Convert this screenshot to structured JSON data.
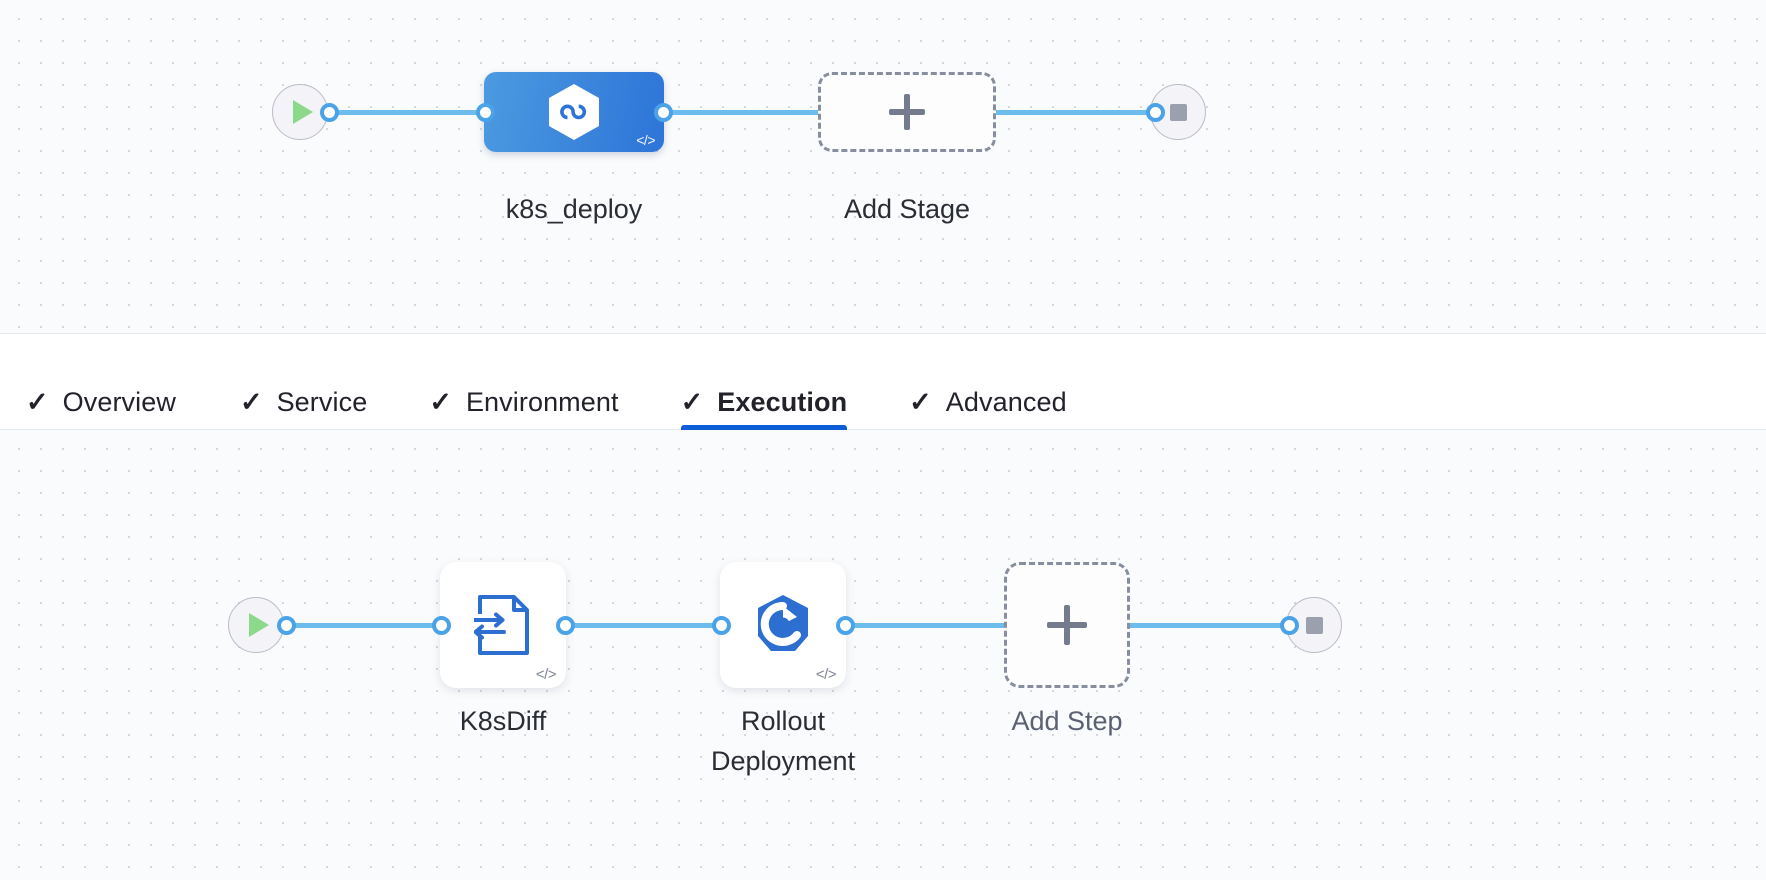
{
  "stage_graph": {
    "start_node": {
      "icon": "play-icon",
      "name": "pipeline-start"
    },
    "end_node": {
      "icon": "stop-icon",
      "name": "pipeline-end"
    },
    "stages": [
      {
        "label": "k8s_deploy",
        "icon": "harness-cd-hexagon-icon",
        "code_tag": "</>",
        "selected": true
      }
    ],
    "add_stage": {
      "label": "Add Stage",
      "icon": "plus-icon"
    }
  },
  "tabs": [
    {
      "label": "Overview",
      "check": "✓",
      "active": false
    },
    {
      "label": "Service",
      "check": "✓",
      "active": false
    },
    {
      "label": "Environment",
      "check": "✓",
      "active": false
    },
    {
      "label": "Execution",
      "check": "✓",
      "active": true
    },
    {
      "label": "Advanced",
      "check": "✓",
      "active": false
    }
  ],
  "execution_graph": {
    "start_node": {
      "icon": "play-icon",
      "name": "execution-start"
    },
    "end_node": {
      "icon": "stop-icon",
      "name": "execution-end"
    },
    "steps": [
      {
        "label": "K8sDiff",
        "icon": "k8s-diff-document-icon",
        "code_tag": "</>"
      },
      {
        "label": "Rollout\nDeployment",
        "icon": "rollout-deployment-icon",
        "code_tag": "</>"
      }
    ],
    "add_step": {
      "label": "Add Step",
      "icon": "plus-icon"
    }
  },
  "colors": {
    "canvas_bg": "#fafbfc",
    "dot_grid": "#d3d7de",
    "link": "#6cbcee",
    "port_ring": "#4aa3e8",
    "stage_blue_start": "#4c9ae0",
    "stage_blue_end": "#2d74d8",
    "accent_underline": "#0b5ed7",
    "play_green": "#8cd98c",
    "stop_gray": "#9aa0ad",
    "dashed_border": "#868ea0",
    "icon_blue": "#2d6fd1",
    "text_primary": "#22222a",
    "text_muted": "#5b6173"
  }
}
